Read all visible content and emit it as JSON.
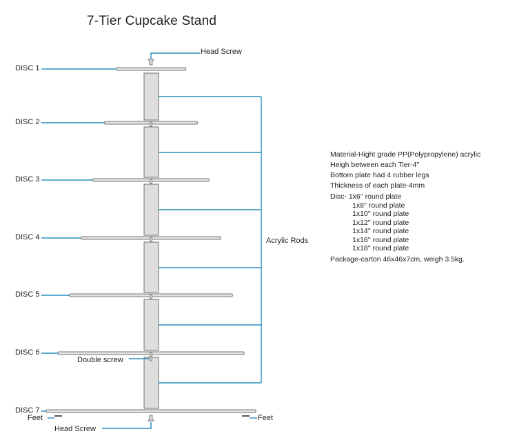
{
  "title": "7-Tier Cupcake Stand",
  "colors": {
    "leader": "#2a8fc0",
    "plate_fill": "#e2e2e2",
    "plate_stroke": "#777777",
    "rod_fill": "#dedede",
    "rod_stroke": "#6f6f6f"
  },
  "labels": {
    "head_screw_top": "Head  Screw",
    "head_screw_bottom": "Head  Screw",
    "double_screw": "Double screw",
    "acrylic_rods": "Acrylic Rods",
    "feet_left": "Feet",
    "feet_right": "Feet"
  },
  "discs": [
    {
      "label": "DISC 1",
      "size_in": 6
    },
    {
      "label": "DISC 2",
      "size_in": 8
    },
    {
      "label": "DISC 3",
      "size_in": 10
    },
    {
      "label": "DISC 4",
      "size_in": 12
    },
    {
      "label": "DISC 5",
      "size_in": 14
    },
    {
      "label": "DISC 6",
      "size_in": 16
    },
    {
      "label": "DISC 7",
      "size_in": 18
    }
  ],
  "rods_count": 6,
  "specs": {
    "material": "Material-Hight grade PP(Polypropylene) acrylic",
    "height": "Heigh between each Tier-4''",
    "bottom": "Bottom plate had 4 rubber legs",
    "thickness": "Thickness of each plate-4mm",
    "disc_first": "Disc- 1x6'' round plate",
    "disc_rest": [
      "1x8'' round plate",
      "1x10'' round plate",
      "1x12'' round plate",
      "1x14'' round plate",
      "1x16'' round plate",
      "1x18'' round plate"
    ],
    "package": "Package-carton 46x46x7cm, weigh 3.5kg."
  }
}
